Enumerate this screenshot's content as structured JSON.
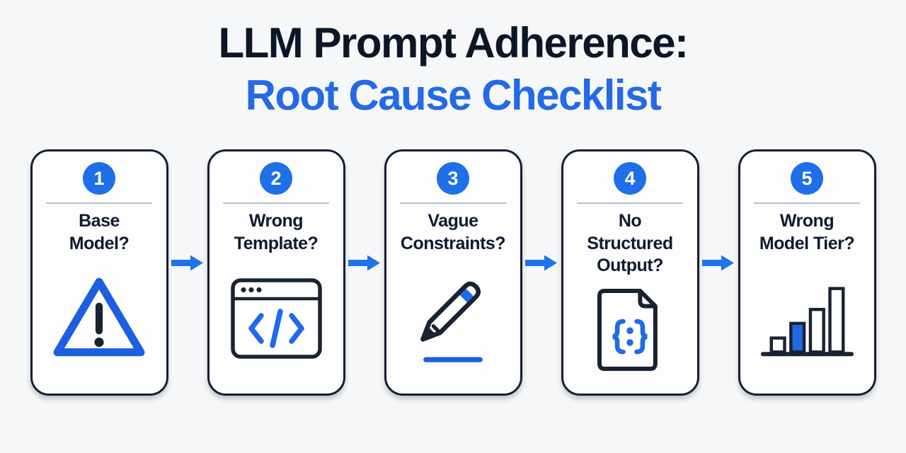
{
  "title": {
    "line1": "LLM Prompt Adherence:",
    "line2": "Root Cause Checklist"
  },
  "colors": {
    "background": "#f6f7f9",
    "title_dark": "#0d1626",
    "title_blue": "#2469e6",
    "accent_blue": "#1e6fe8",
    "card_border": "#161f33",
    "icon_dark": "#1a2332",
    "divider_gray": "#b6c0cf"
  },
  "cards": [
    {
      "number": "1",
      "label": "Base\nModel?",
      "icon": "warning-triangle-icon"
    },
    {
      "number": "2",
      "label": "Wrong\nTemplate?",
      "icon": "code-window-icon"
    },
    {
      "number": "3",
      "label": "Vague\nConstraints?",
      "icon": "pencil-icon"
    },
    {
      "number": "4",
      "label": "No\nStructured\nOutput?",
      "icon": "json-document-icon"
    },
    {
      "number": "5",
      "label": "Wrong\nModel Tier?",
      "icon": "bar-chart-icon"
    }
  ]
}
